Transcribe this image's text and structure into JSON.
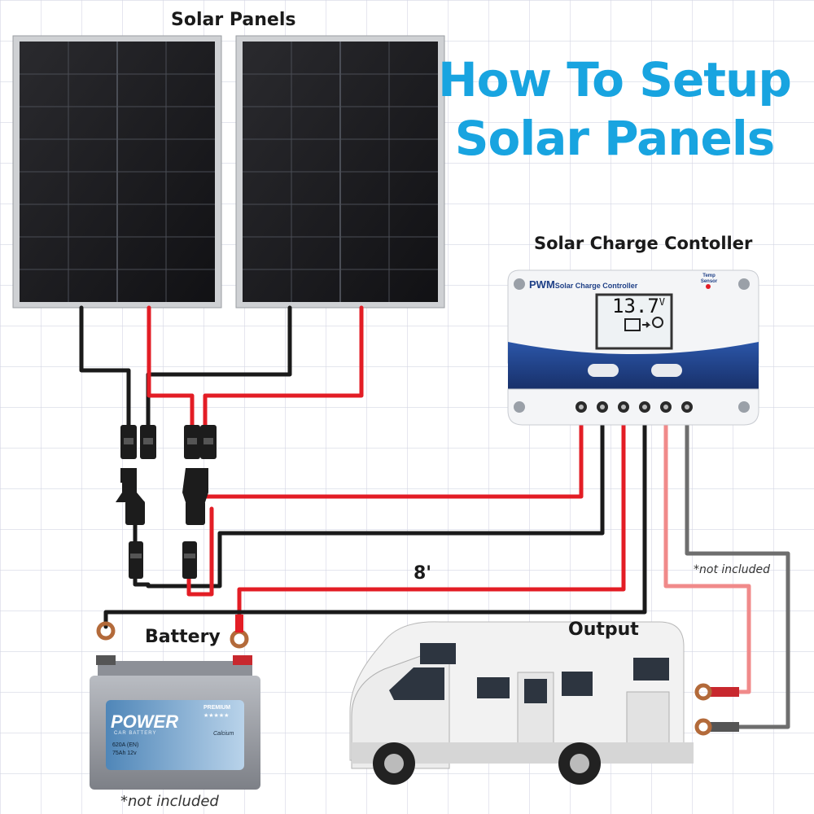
{
  "title": {
    "line1": "How To Setup",
    "line2": "Solar Panels"
  },
  "labels": {
    "solar_panels": "Solar Panels",
    "controller": "Solar Charge Contoller",
    "battery": "Battery",
    "output": "Output",
    "wire_length": "8'",
    "not_included_output": "*not included",
    "not_included_battery": "*not included"
  },
  "controller": {
    "brand": "PWM",
    "subtitle": "Solar Charge Controller",
    "temp_sensor": "Temp\nSensor",
    "voltage": "13.7",
    "unit": "V"
  },
  "battery": {
    "brand": "POWER",
    "sub": "CAR BATTERY",
    "premium": "PREMIUM",
    "stars": "★★★★★",
    "calcium": "Calcium",
    "spec1": "620A  (EN)",
    "spec2": "75Ah   12v"
  },
  "colors": {
    "title_blue": "#18a4e0",
    "wire_red": "#e31d25",
    "wire_black": "#1a1a1a",
    "wire_pink": "#f08a8a",
    "wire_gray": "#6e6e6e",
    "controller_blue": "#1e3f86",
    "grid": "#d4d6e4"
  }
}
